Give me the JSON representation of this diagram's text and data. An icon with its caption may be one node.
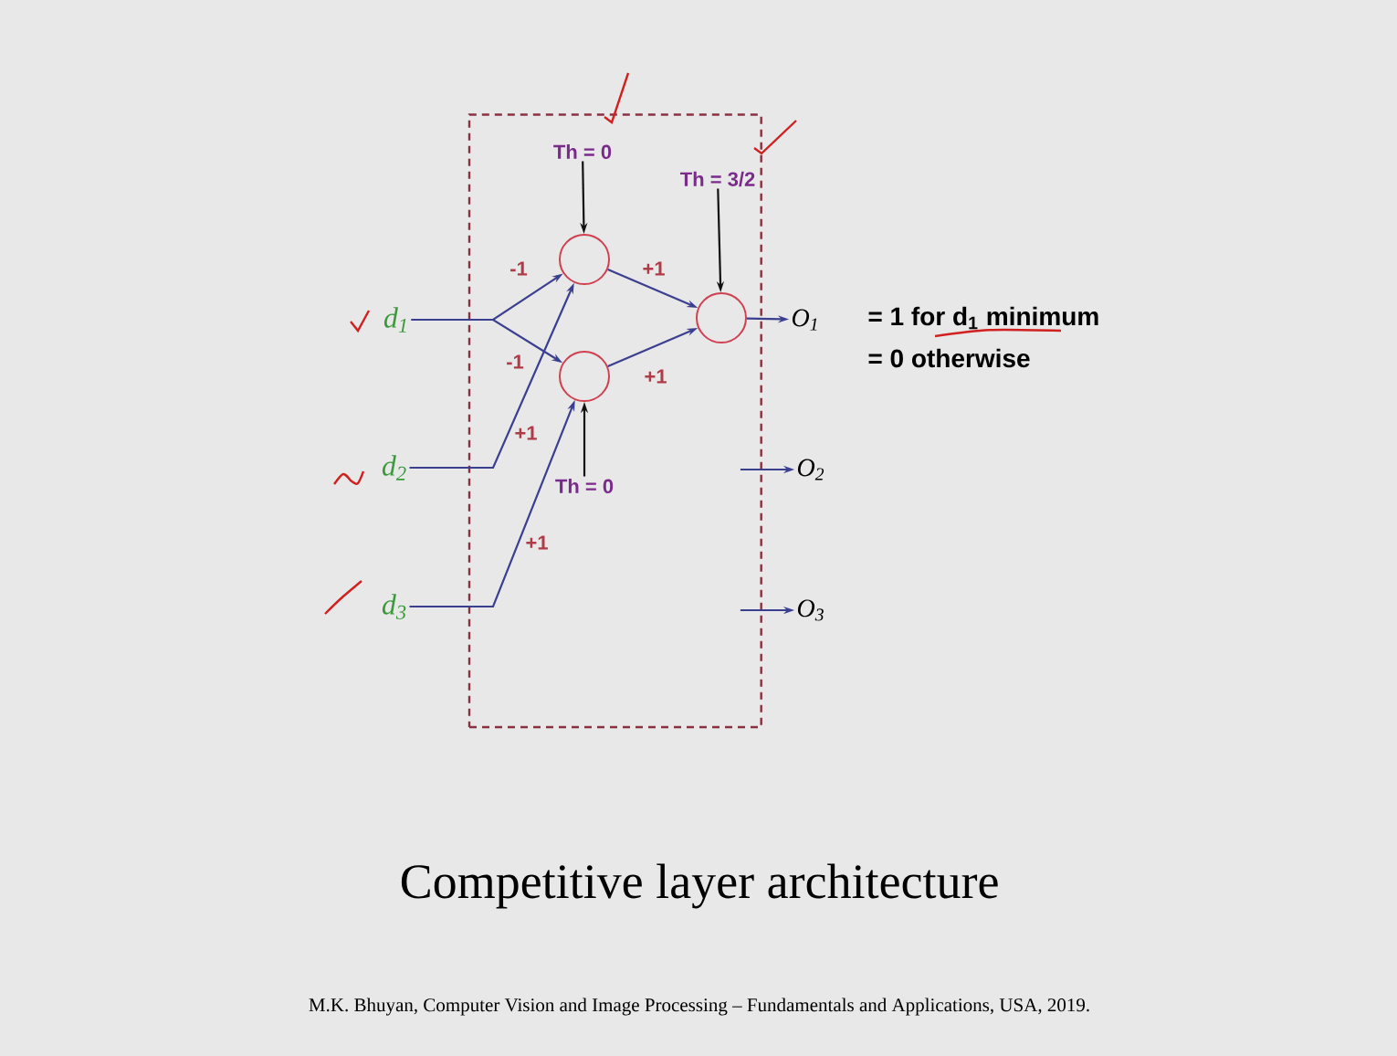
{
  "diagram": {
    "caption": "Competitive layer architecture",
    "nodes": [
      {
        "text": [],
        "shape": "box"
      },
      {
        "text": [
          "d$_{1}$"
        ]
      },
      {
        "text": [
          "d$_{2}$"
        ]
      },
      {
        "text": [
          "d$_{3}$"
        ]
      },
      {
        "text": [],
        "shape": "circle",
        "in": 0
      },
      {
        "text": [],
        "shape": "circle",
        "in": 0
      },
      {
        "text": [],
        "shape": "circle",
        "in": 0
      },
      {
        "text": [
          "Th = 0"
        ],
        "in": 0
      },
      {
        "text": [
          "Th = 0"
        ],
        "in": 0
      },
      {
        "text": [
          "Th = 3/2"
        ],
        "in": 0
      },
      {
        "text": [
          "O$_{1}$"
        ]
      },
      {
        "text": [
          "O$_{2}$"
        ]
      },
      {
        "text": [
          "O$_{3}$"
        ]
      }
    ],
    "edges": [
      {
        "from": 1,
        "to": 4,
        "arrow": "to",
        "label": "-1"
      },
      {
        "from": 1,
        "to": 5,
        "arrow": "to",
        "label": "-1"
      },
      {
        "from": 2,
        "to": 4,
        "arrow": "to",
        "label": "+1"
      },
      {
        "from": 3,
        "to": 5,
        "arrow": "to",
        "label": "+1"
      },
      {
        "from": 4,
        "to": 6,
        "arrow": "to",
        "label": "+1"
      },
      {
        "from": 5,
        "to": 6,
        "arrow": "to",
        "label": "+1"
      },
      {
        "from": 7,
        "to": 4,
        "arrow": "to",
        "color": "#111111"
      },
      {
        "from": 8,
        "to": 5,
        "arrow": "to",
        "color": "#111111"
      },
      {
        "from": 9,
        "to": 6,
        "arrow": "to",
        "color": "#111111"
      },
      {
        "from": 6,
        "to": 10,
        "arrow": "to"
      },
      {
        "from": 0,
        "to": 11,
        "arrow": "to"
      },
      {
        "from": 0,
        "to": 12,
        "arrow": "to"
      }
    ],
    "labels": [
      "= 1 for d$_{1}$ minimum",
      "= 0 otherwise",
      "M.K. Bhuyan, Computer Vision and Image Processing – Fundamentals and Applications, USA, 2019."
    ]
  }
}
